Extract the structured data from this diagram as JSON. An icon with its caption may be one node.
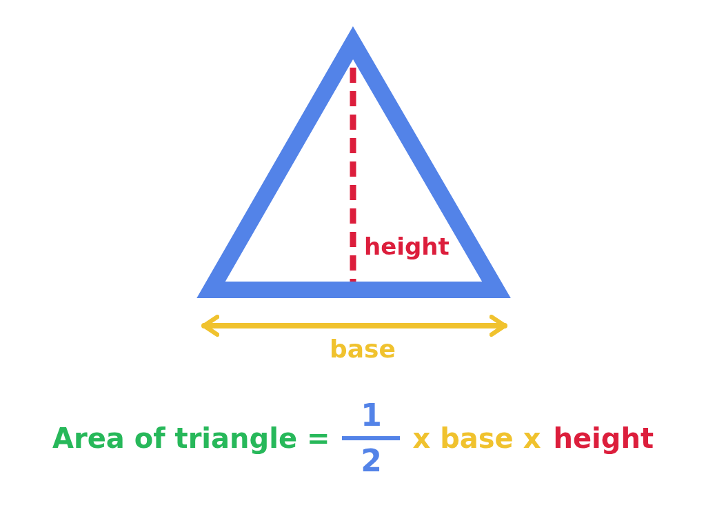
{
  "diagram": {
    "labels": [
      "height",
      "base",
      "Area of triangle =",
      "1",
      "2",
      "x base x",
      "height"
    ]
  }
}
